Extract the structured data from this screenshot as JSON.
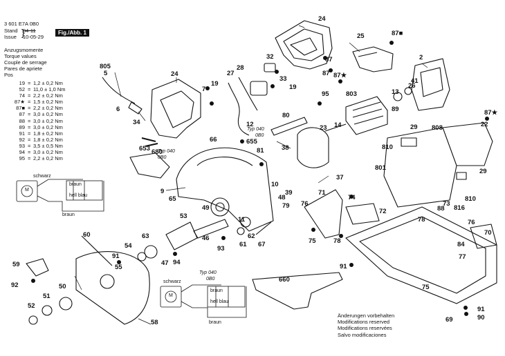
{
  "header": {
    "part_code": "3 601 E7A 0B0",
    "stand_label": "Stand",
    "stand_strike": "04-11",
    "issue_label": "Issue",
    "issue_date": "10-05-29",
    "figure_tag": "Fig./Abb. 1"
  },
  "torque_titles": [
    "Anzugsmomente",
    "Torque values",
    "Couple de serrage",
    "Pares de apriete",
    "Pos"
  ],
  "torque_values": [
    {
      "pos": "19",
      "value": "1,2 ± 0,2 Nm"
    },
    {
      "pos": "52",
      "value": "11,0 ± 1,0 Nm"
    },
    {
      "pos": "74",
      "value": "2,2 ± 0,2 Nm"
    },
    {
      "pos": "87★",
      "value": "1,5 ± 0,2 Nm"
    },
    {
      "pos": "87■",
      "value": "2,2 ± 0,2 Nm"
    },
    {
      "pos": "87",
      "value": "3,0 ± 0,2 Nm"
    },
    {
      "pos": "88",
      "value": "3,0 ± 0,2 Nm"
    },
    {
      "pos": "89",
      "value": "3,0 ± 0,2 Nm"
    },
    {
      "pos": "91",
      "value": "1,8 ± 0,2 Nm"
    },
    {
      "pos": "92",
      "value": "1,8 ± 0,2 Nm"
    },
    {
      "pos": "93",
      "value": "3,5 ± 0,5 Nm"
    },
    {
      "pos": "94",
      "value": "3,0 ± 0,2 Nm"
    },
    {
      "pos": "95",
      "value": "2,2 ± 0,2 Nm"
    }
  ],
  "part_labels": {
    "p24a": "24",
    "p25": "25",
    "p87sq": "87■",
    "p32": "32",
    "p87a": "87",
    "p87b": "87",
    "p805": "805",
    "p5": "5",
    "p24b": "24",
    "p27": "27",
    "p28": "28",
    "p7": "7",
    "p19a": "19",
    "p33": "33",
    "p19b": "19",
    "p95": "95",
    "p87star": "87★",
    "p2": "2",
    "p13": "13",
    "p803": "803",
    "p26": "26",
    "p41": "41",
    "p6": "6",
    "p34": "34",
    "p89": "89",
    "p14": "14",
    "p80": "80",
    "p87star2": "87★",
    "p23": "23",
    "p12": "12",
    "p22": "22",
    "p29a": "29",
    "p808": "808",
    "p655": "655",
    "p66": "66",
    "p653": "653",
    "p680": "680",
    "p810a": "810",
    "p38": "38",
    "p81": "81",
    "p801": "801",
    "p37": "37",
    "p10": "10",
    "p29b": "29",
    "p9": "9",
    "p71": "71",
    "p74": "74",
    "p39": "39",
    "p65": "65",
    "p48": "48",
    "p76a": "76",
    "p810b": "810",
    "p816": "816",
    "p49": "49",
    "p73": "73",
    "p72": "72",
    "p88": "88",
    "p79": "79",
    "p53": "53",
    "p11": "11",
    "p78a": "78",
    "p76b": "76",
    "p46": "46",
    "p62": "62",
    "p63": "63",
    "p75a": "75",
    "p78b": "78",
    "p70": "70",
    "p54": "54",
    "p93": "93",
    "p61": "61",
    "p67": "67",
    "p84": "84",
    "p60": "60",
    "p47": "47",
    "p94": "94",
    "p91a": "91",
    "p77": "77",
    "p59": "59",
    "p55": "55",
    "p91b": "91",
    "p92": "92",
    "p50": "50",
    "p660": "660",
    "p75b": "75",
    "p51": "51",
    "p52": "52",
    "p91c": "91",
    "p90": "90",
    "p69": "69",
    "p58": "58"
  },
  "schematic_text": {
    "typ_a": "Typ 040",
    "typ_a2": "0B0",
    "typ_b": "Typ 040",
    "typ_b2": "0B0",
    "typ_c": "Typ 040",
    "typ_c2": "0B0",
    "schwarz_a": "schwarz",
    "braun_a": "braun",
    "hellblau_a": "hell blau",
    "braun_a2": "braun",
    "schwarz_b": "schwarz",
    "braun_b": "braun",
    "hellblau_b": "hell blau",
    "braun_b2": "braun",
    "motor": "M"
  },
  "notes": [
    "Änderungen vorbehalten",
    "Modifications reserved",
    "Modifications reservées",
    "Salvo modificaciones"
  ]
}
